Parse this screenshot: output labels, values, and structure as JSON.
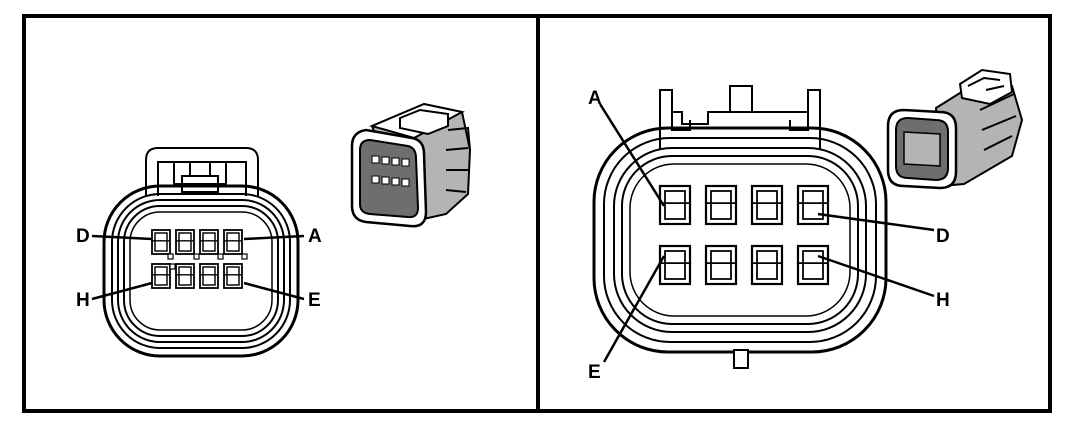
{
  "colors": {
    "line": "#000000",
    "fill": "#ffffff",
    "shade": "#b4b4b4",
    "dark": "#6e6e6e"
  },
  "panels": [
    {
      "id": "female",
      "pin_labels": {
        "top_left": "D",
        "top_right": "A",
        "bottom_left": "H",
        "bottom_right": "E"
      },
      "inset_icon": "female-connector-3d-icon"
    },
    {
      "id": "male",
      "pin_labels": {
        "top_left": "A",
        "top_right": "D",
        "bottom_left": "E",
        "bottom_right": "H"
      },
      "inset_icon": "male-connector-3d-icon"
    }
  ]
}
